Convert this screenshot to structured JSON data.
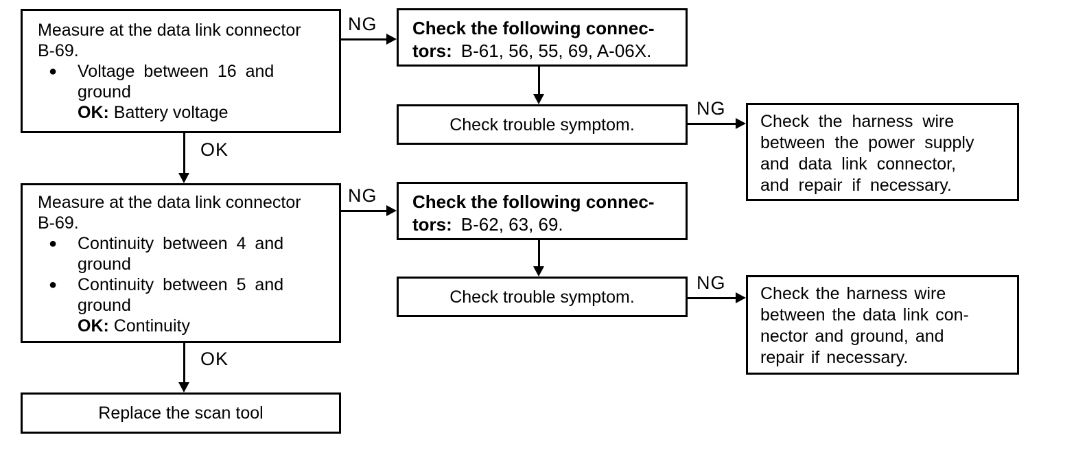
{
  "page": {
    "background_color": "#ffffff",
    "ink_color": "#000000",
    "type": "troubleshooting-flowchart"
  },
  "glyphs": {
    "bullet": "●"
  },
  "boxes": {
    "measure_voltage": {
      "intro_lines": [
        "Measure at the data link connector",
        "B-69."
      ],
      "bullets": [
        {
          "lines": [
            "Voltage between 16 and",
            "ground"
          ]
        }
      ],
      "result_label": "OK:",
      "result_text": "Battery voltage"
    },
    "check_connectors_1": {
      "line1_bold": "Check the following connec-",
      "line2_bold": "tors:",
      "line2_text": "B-61, 56, 55, 69, A-06X."
    },
    "check_symptom_1": {
      "text": "Check trouble symptom."
    },
    "harness_power": {
      "lines": [
        "Check the harness wire",
        "between the power supply",
        "and data link connector,",
        "and repair if necessary."
      ]
    },
    "measure_continuity": {
      "intro_lines": [
        "Measure at the data link connector",
        "B-69."
      ],
      "bullets": [
        {
          "lines": [
            "Continuity between 4 and",
            "ground"
          ]
        },
        {
          "lines": [
            "Continuity between 5 and",
            "ground"
          ]
        }
      ],
      "result_label": "OK:",
      "result_text": "Continuity"
    },
    "check_connectors_2": {
      "line1_bold": "Check the following connec-",
      "line2_bold": "tors:",
      "line2_text": "B-62, 63, 69."
    },
    "check_symptom_2": {
      "text": "Check trouble symptom."
    },
    "harness_ground": {
      "lines": [
        "Check the harness wire",
        "between the data link con-",
        "nector and ground, and",
        "repair if necessary."
      ]
    },
    "replace_scan_tool": {
      "text": "Replace the scan tool"
    }
  },
  "edges": [
    {
      "from": "measure_voltage",
      "to": "check_connectors_1",
      "label": "NG"
    },
    {
      "from": "measure_voltage",
      "to": "measure_continuity",
      "label": "OK"
    },
    {
      "from": "check_connectors_1",
      "to": "check_symptom_1",
      "label": ""
    },
    {
      "from": "check_symptom_1",
      "to": "harness_power",
      "label": "NG"
    },
    {
      "from": "measure_continuity",
      "to": "check_connectors_2",
      "label": "NG"
    },
    {
      "from": "measure_continuity",
      "to": "replace_scan_tool",
      "label": "OK"
    },
    {
      "from": "check_connectors_2",
      "to": "check_symptom_2",
      "label": ""
    },
    {
      "from": "check_symptom_2",
      "to": "harness_ground",
      "label": "NG"
    }
  ]
}
